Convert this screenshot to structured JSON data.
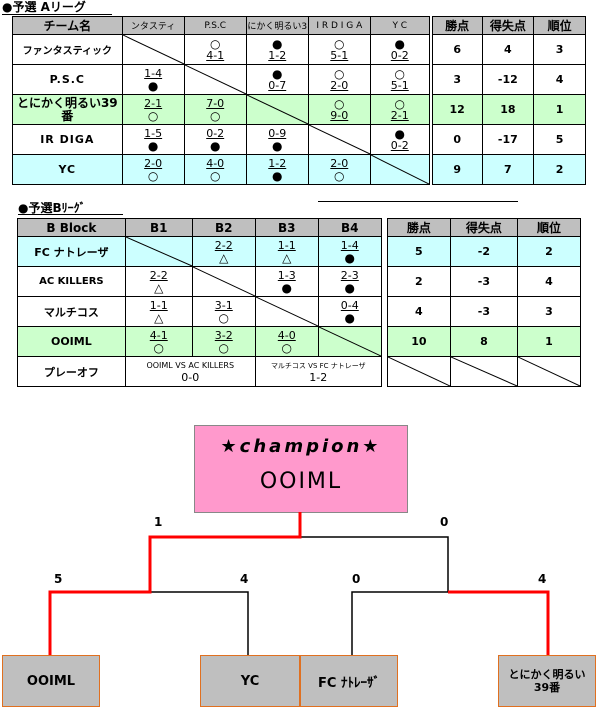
{
  "league_a": {
    "title": "●予選 Aリーグ",
    "headers": [
      "チーム名",
      "ンタスティ",
      "P.S.C",
      "にかく明るい3",
      "I R  D I G A",
      "Y C",
      "勝点",
      "得失点",
      "順位"
    ],
    "rows": [
      {
        "name": "ファンタスティック",
        "cells": [
          null,
          {
            "s": "4-1",
            "m": "○",
            "p": "b"
          },
          {
            "s": "1-2",
            "m": "●",
            "p": "b"
          },
          {
            "s": "5-1",
            "m": "○",
            "p": "b"
          },
          {
            "s": "0-2",
            "m": "●",
            "p": "b"
          }
        ],
        "pts": "6",
        "diff": "4",
        "rank": "3"
      },
      {
        "name": "P.S.C",
        "cells": [
          {
            "s": "1-4",
            "m": "●",
            "p": "a"
          },
          null,
          {
            "s": "0-7",
            "m": "●",
            "p": "b"
          },
          {
            "s": "2-0",
            "m": "○",
            "p": "b"
          },
          {
            "s": "5-1",
            "m": "○",
            "p": "b"
          }
        ],
        "pts": "3",
        "diff": "-12",
        "rank": "4"
      },
      {
        "name": "とにかく明るい39番",
        "cells": [
          {
            "s": "2-1",
            "m": "○",
            "p": "a"
          },
          {
            "s": "7-0",
            "m": "○",
            "p": "a"
          },
          null,
          {
            "s": "9-0",
            "m": "○",
            "p": "b"
          },
          {
            "s": "2-1",
            "m": "○",
            "p": "b"
          }
        ],
        "pts": "12",
        "diff": "18",
        "rank": "1"
      },
      {
        "name": "IR DIGA",
        "cells": [
          {
            "s": "1-5",
            "m": "●",
            "p": "a"
          },
          {
            "s": "0-2",
            "m": "●",
            "p": "a"
          },
          {
            "s": "0-9",
            "m": "●",
            "p": "a"
          },
          null,
          {
            "s": "0-2",
            "m": "●",
            "p": "b"
          }
        ],
        "pts": "0",
        "diff": "-17",
        "rank": "5"
      },
      {
        "name": "YC",
        "cells": [
          {
            "s": "2-0",
            "m": "○",
            "p": "a"
          },
          {
            "s": "4-0",
            "m": "○",
            "p": "a"
          },
          {
            "s": "1-2",
            "m": "●",
            "p": "a"
          },
          {
            "s": "2-0",
            "m": "○",
            "p": "a"
          },
          null
        ],
        "pts": "9",
        "diff": "7",
        "rank": "2"
      }
    ]
  },
  "league_b": {
    "title": "●予選Bﾘｰｸﾞ",
    "headers": [
      "B Block",
      "B1",
      "B2",
      "B3",
      "B4",
      "勝点",
      "得失点",
      "順位"
    ],
    "rows": [
      {
        "name": "FC ナトレーザ",
        "cells": [
          null,
          {
            "s": "2-2",
            "m": "△"
          },
          {
            "s": "1-1",
            "m": "△"
          },
          {
            "s": "1-4",
            "m": "●"
          }
        ],
        "pts": "5",
        "diff": "-2",
        "rank": "2"
      },
      {
        "name": "AC  KILLERS",
        "cells": [
          {
            "s": "2-2",
            "m": "△"
          },
          null,
          {
            "s": "1-3",
            "m": "●"
          },
          {
            "s": "2-3",
            "m": "●"
          }
        ],
        "pts": "2",
        "diff": "-3",
        "rank": "4"
      },
      {
        "name": "マルチコス",
        "cells": [
          {
            "s": "1-1",
            "m": "△"
          },
          {
            "s": "3-1",
            "m": "○"
          },
          null,
          {
            "s": "0-4",
            "m": "●"
          }
        ],
        "pts": "4",
        "diff": "-3",
        "rank": "3"
      },
      {
        "name": "OOIML",
        "cells": [
          {
            "s": "4-1",
            "m": "○"
          },
          {
            "s": "3-2",
            "m": "○"
          },
          {
            "s": "4-0",
            "m": "○"
          },
          null
        ],
        "pts": "10",
        "diff": "8",
        "rank": "1"
      }
    ],
    "playoff": {
      "label": "プレーオフ",
      "match1": "OOIML  VS  AC  KILLERS",
      "score1": "0-0",
      "match2": "マルチコス  VS  FC ナトレーザ",
      "score2": "1-2"
    }
  },
  "bracket": {
    "champion_title": "★champion★",
    "champion_name": "OOIML",
    "final_left": "1",
    "final_right": "0",
    "semi_left_a": "5",
    "semi_left_b": "4",
    "semi_right_a": "0",
    "semi_right_b": "4",
    "teams": [
      "OOIML",
      "YC",
      "FC ﾅﾄﾚｰｻﾞ",
      "とにかく明るい\n39番"
    ],
    "winner_line_color": "#ff0000",
    "loser_line_color": "#000000"
  }
}
